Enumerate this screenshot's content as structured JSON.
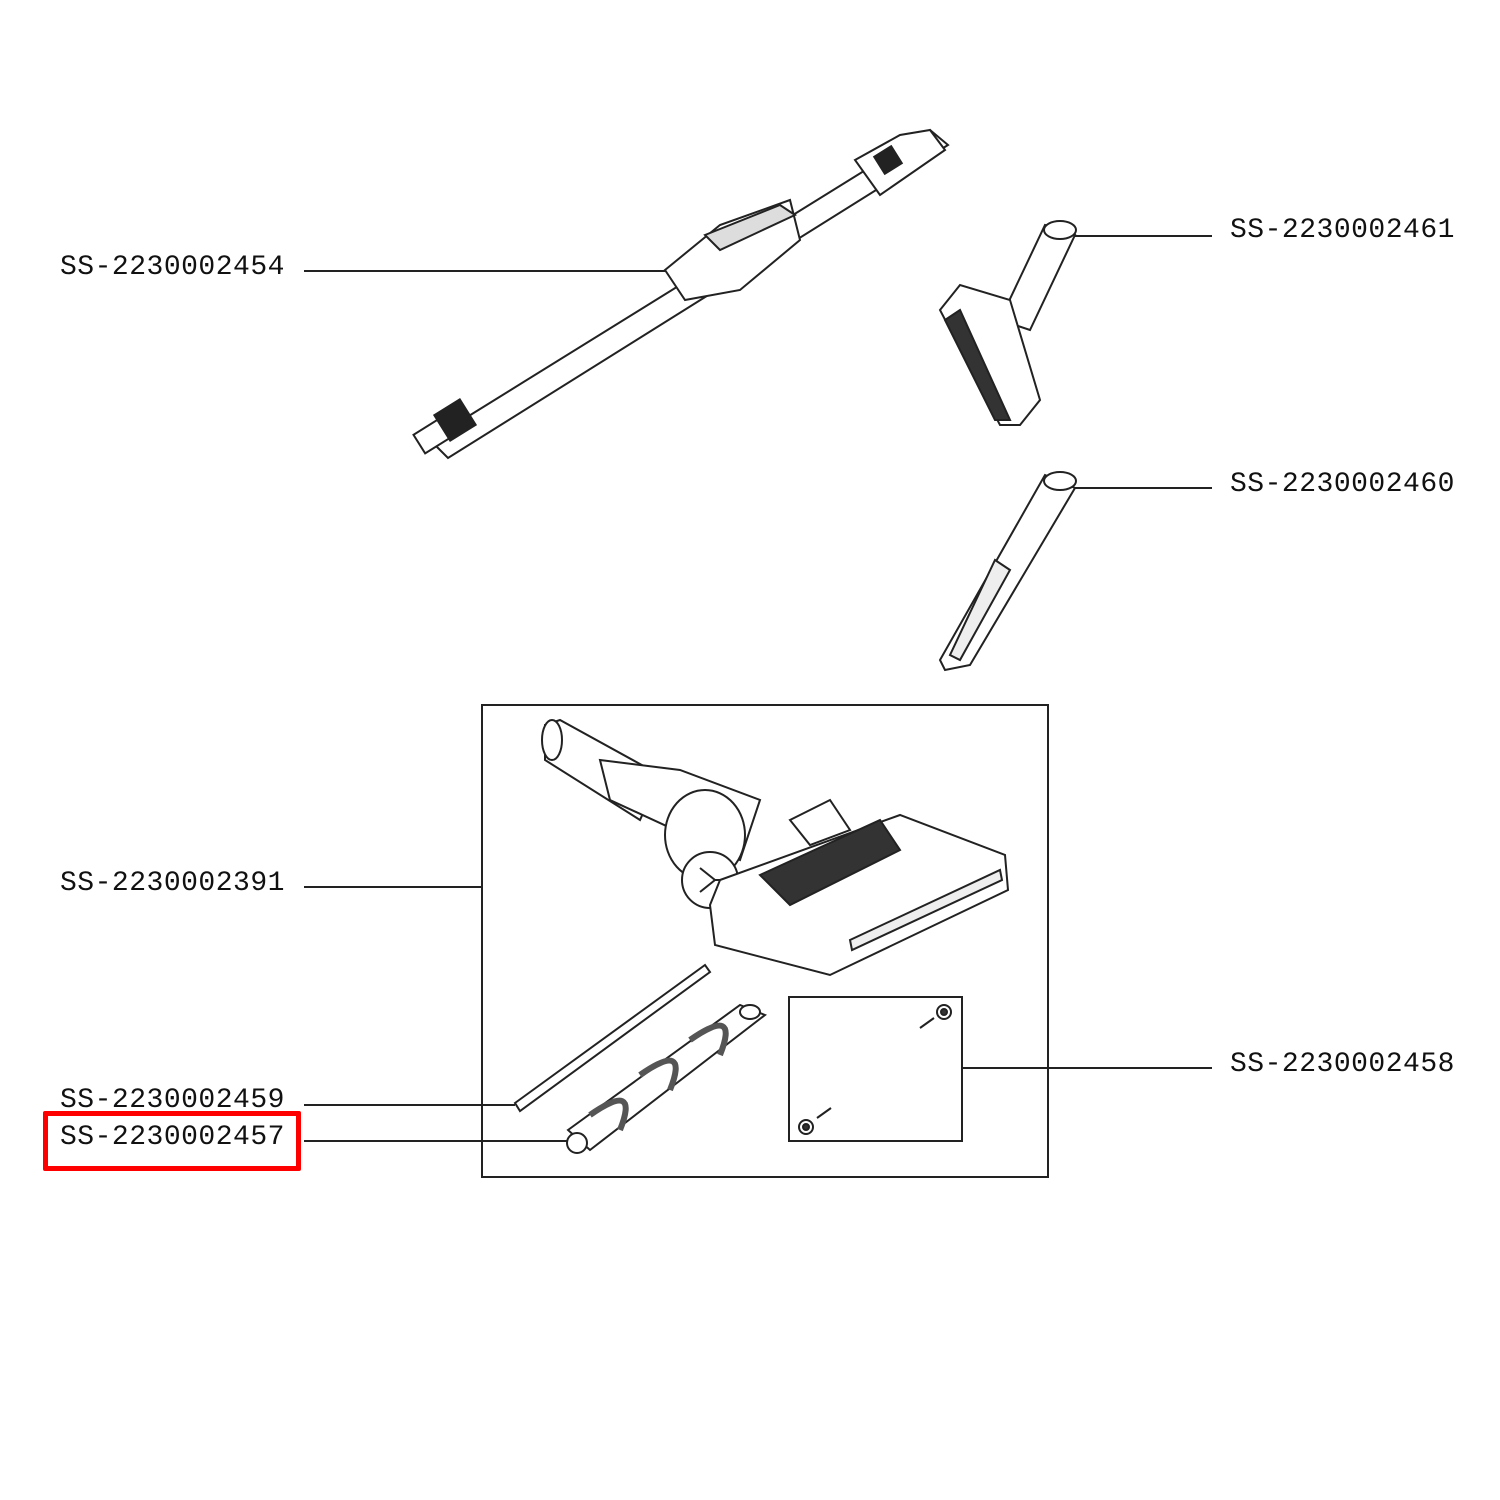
{
  "parts": [
    {
      "id": "tube",
      "label": "SS-2230002454"
    },
    {
      "id": "upholstery-tool",
      "label": "SS-2230002461"
    },
    {
      "id": "crevice-tool",
      "label": "SS-2230002460"
    },
    {
      "id": "floor-nozzle",
      "label": "SS-2230002391"
    },
    {
      "id": "wheels-kit",
      "label": "SS-2230002458"
    },
    {
      "id": "strip",
      "label": "SS-2230002459"
    },
    {
      "id": "brush-roll",
      "label": "SS-2230002457",
      "highlighted": true
    }
  ],
  "highlight_color": "#ff0000"
}
